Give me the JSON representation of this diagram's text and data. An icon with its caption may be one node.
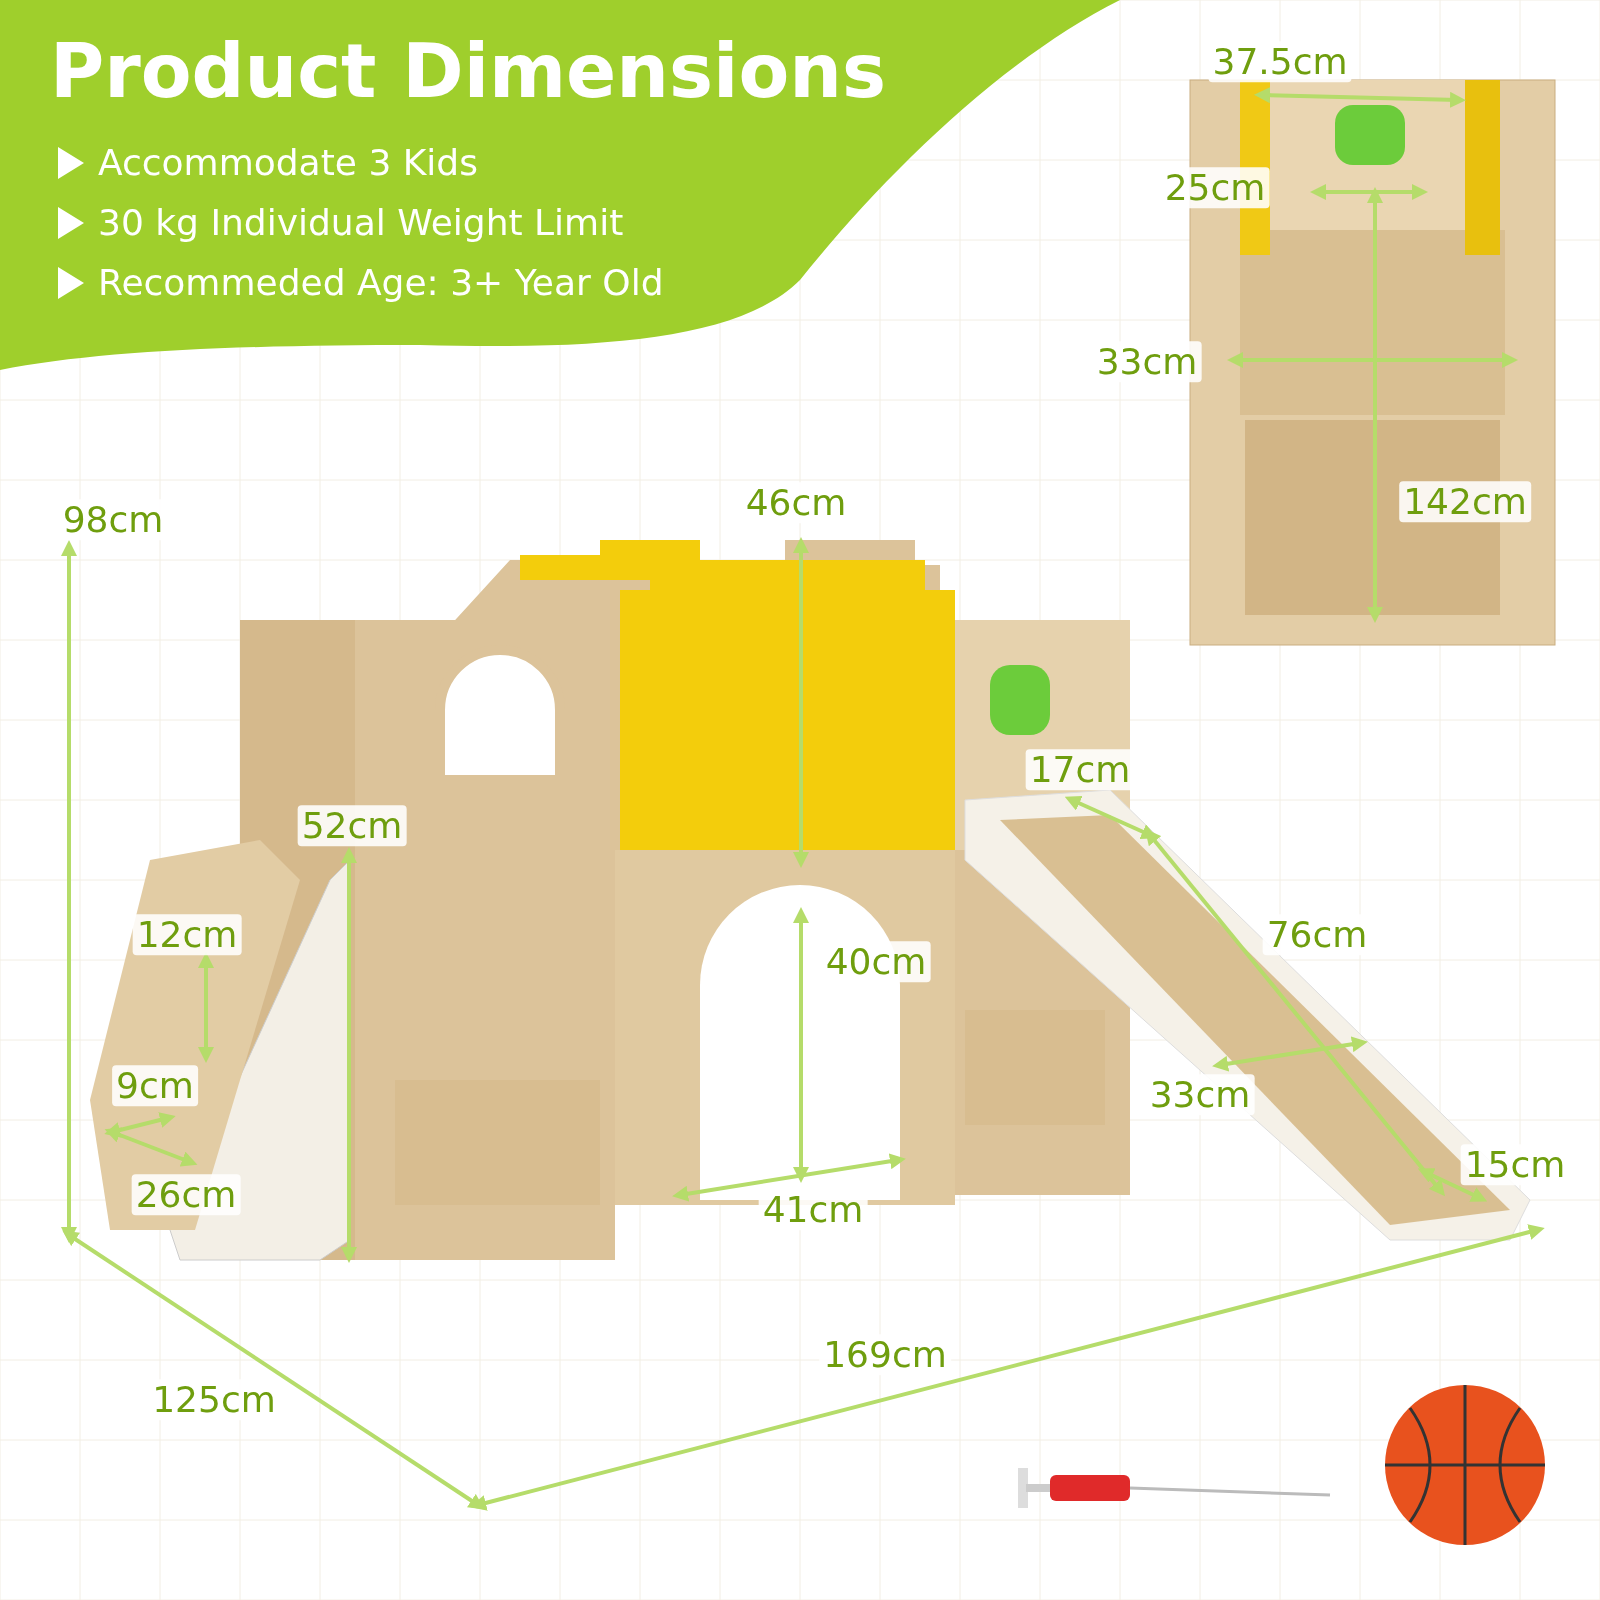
{
  "diagram": {
    "title": "Product Dimensions",
    "labels": [
      "Accommodate 3 Kids",
      "30 kg Individual Weight Limit",
      "Recommeded Age: 3+ Year Old",
      "37.5cm",
      "25cm",
      "33cm",
      "142cm",
      "98cm",
      "46cm",
      "52cm",
      "17cm",
      "12cm",
      "40cm",
      "76cm",
      "9cm",
      "33cm",
      "15cm",
      "26cm",
      "41cm",
      "169cm",
      "125cm"
    ]
  }
}
